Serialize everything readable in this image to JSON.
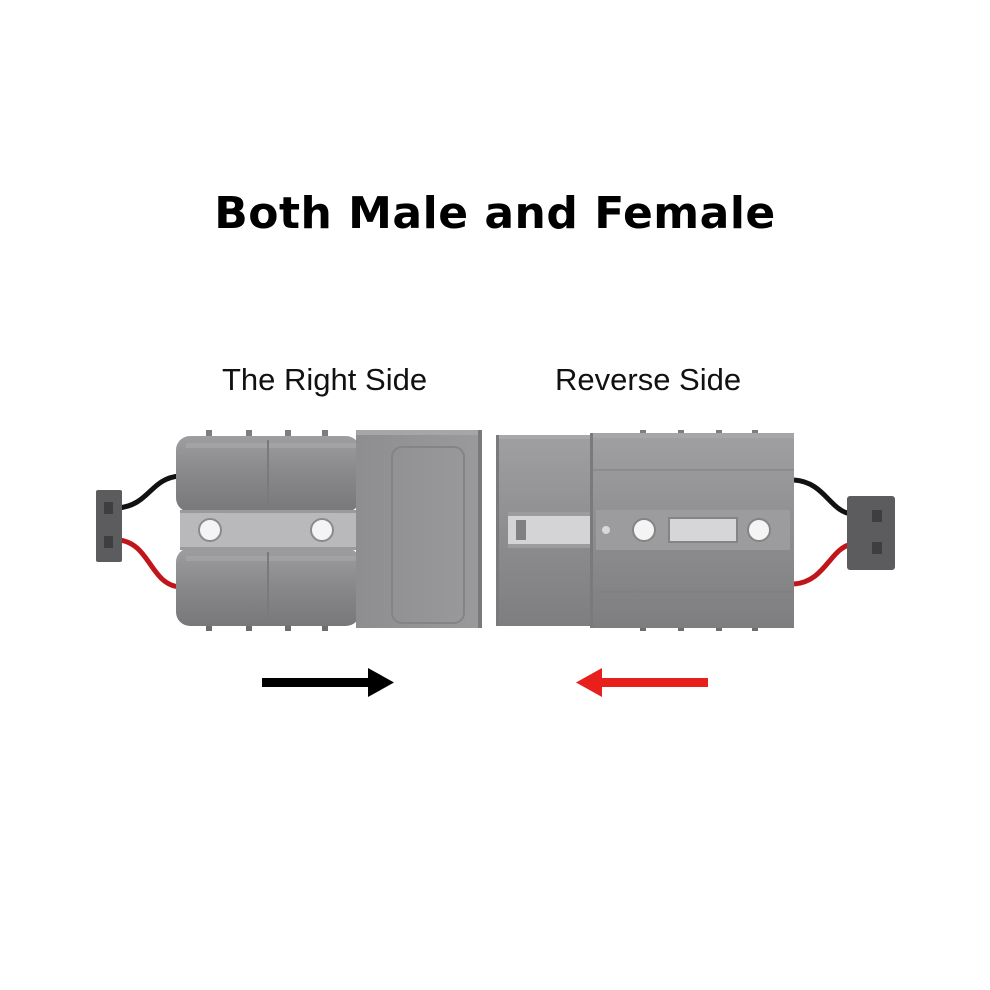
{
  "title": "Both Male and Female",
  "left_connector": {
    "label": "The Right Side",
    "arrow_direction": "right",
    "arrow_color": "#000000"
  },
  "right_connector": {
    "label": "Reverse Side",
    "arrow_direction": "left",
    "arrow_color": "#e8201c"
  },
  "colors": {
    "housing": "#8c8c8e",
    "housing_light": "#a2a2a4",
    "housing_dark": "#6f6f71",
    "wire_red": "#c0161b",
    "wire_black": "#111111",
    "plug": "#5a5a5c",
    "background": "#ffffff"
  }
}
